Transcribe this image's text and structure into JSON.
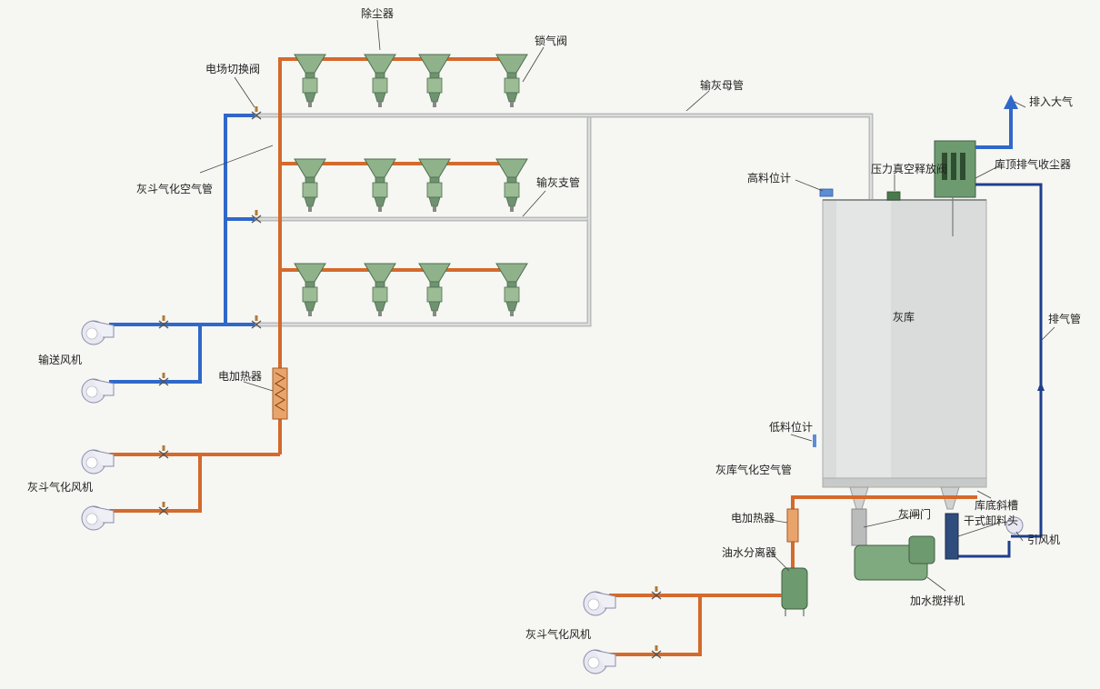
{
  "labels": {
    "dust_collector": "除尘器",
    "lock_valve": "锁气阀",
    "electric_field_valve": "电场切换阀",
    "main_pipe": "输灰母管",
    "hopper_air_pipe": "灰斗气化空气管",
    "branch_pipe": "输灰支管",
    "exhaust_atmosphere": "排入大气",
    "pressure_valve": "压力真空释放阀",
    "high_level": "高料位计",
    "top_filter": "库顶排气收尘器",
    "ash_silo": "灰库",
    "exhaust_pipe": "排气管",
    "conveying_fan": "输送风机",
    "electric_heater": "电加热器",
    "hopper_fan": "灰斗气化风机",
    "low_level": "低料位计",
    "silo_air_pipe": "灰库气化空气管",
    "electric_heater_2": "电加热器",
    "ash_valve": "灰闸门",
    "chute": "库底斜槽",
    "dry_unloader": "干式卸料头",
    "induced_fan": "引风机",
    "oil_water_separator": "油水分离器",
    "humidifier": "加水搅拌机",
    "hopper_fan_2": "灰斗气化风机"
  },
  "colors": {
    "red_pipe": "#d46a2c",
    "blue_pipe": "#2f68c9",
    "grey_pipe": "#b9bcbb",
    "equipment_green": "#79a27a"
  }
}
